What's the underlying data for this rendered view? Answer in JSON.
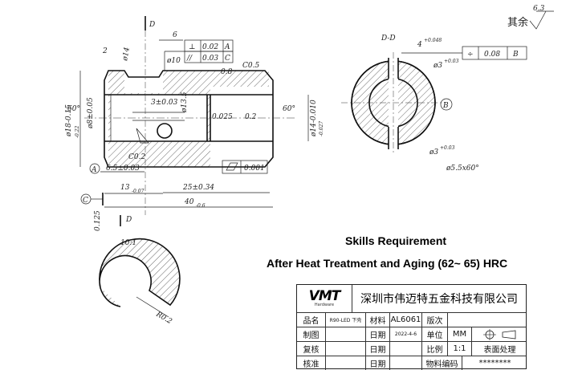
{
  "corner_roughness": {
    "label": "其余",
    "value": "6.3"
  },
  "main_view": {
    "section_marks": [
      "D",
      "D"
    ],
    "labels": {
      "d6": "6",
      "d2": "2",
      "phi14": "ø14",
      "phi10": "ø10",
      "phi8": "ø8±0.05",
      "phi18": "ø18-0.15",
      "phi18b": "-0.22",
      "d3": "3±0.03",
      "phi135": "ø13.5",
      "c05": "C0.5",
      "r08": "0.8",
      "ang60a": "60°",
      "ang60b": "60°",
      "d0025": "0.025",
      "d02": "0.2",
      "phi14r": "ø14-0.010",
      "phi14rb": "-0.027",
      "c02": "C0.2",
      "d65": "6.5±0.03",
      "d13": "13",
      "d13tol": "-0.07",
      "d25": "25±0.34",
      "d40": "40",
      "d40tol": "-0.6",
      "d0125": "0.125",
      "datum_a": "A",
      "datum_c": "C",
      "flat_tol": "0.001"
    },
    "fcf1": {
      "sym": "⊥",
      "value": "0.02",
      "datum": "A"
    },
    "fcf2": {
      "sym": "//",
      "value": "0.03",
      "datum": "C"
    }
  },
  "section_view": {
    "title": "D-D",
    "labels": {
      "key": "4",
      "keytol": "+0.048",
      "phi3a": "ø3",
      "phi3tol": "+0.03",
      "phi3b": "ø3",
      "cham": "ø5.5x60°",
      "datum_b": "B"
    },
    "fcf": {
      "sym": "÷",
      "value": "0.08",
      "datum": "B"
    }
  },
  "detail_view": {
    "scale": "10:1",
    "radius": "R0.2"
  },
  "requirements": {
    "title": "Skills Requirement",
    "detail": "After Heat Treatment and Aging (62~ 65) HRC"
  },
  "title_block": {
    "logo": "VMT",
    "logo_sub": "Hardware",
    "company": "深圳市伟迈特五金科技有限公司",
    "row1": {
      "c1": "品名",
      "c2": "R90-LED 下壳",
      "c3": "材料",
      "c4": "AL6061",
      "c5": "版次",
      "c6": ""
    },
    "row2": {
      "c1": "制图",
      "c2": "",
      "c3": "日期",
      "c4": "2022-4-6",
      "c5": "单位",
      "c6": "MM"
    },
    "row3": {
      "c1": "复核",
      "c2": "",
      "c3": "日期",
      "c4": "",
      "c5": "比例",
      "c6": "1:1",
      "c7": "表面处理"
    },
    "row4": {
      "c1": "核准",
      "c2": "",
      "c3": "日期",
      "c4": "",
      "c5": "物料编码",
      "c6": "********"
    }
  }
}
